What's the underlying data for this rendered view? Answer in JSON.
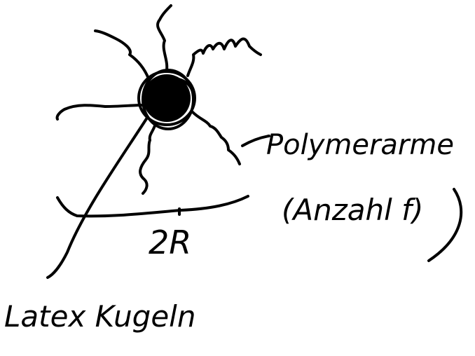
{
  "colors": {
    "ink": "#000000",
    "background": "#ffffff"
  },
  "labels": {
    "polymer_arms": "Polymerarme",
    "arm_count": "(Anzahl f)",
    "radius": "2R",
    "particle": "Latex Kugeln"
  }
}
